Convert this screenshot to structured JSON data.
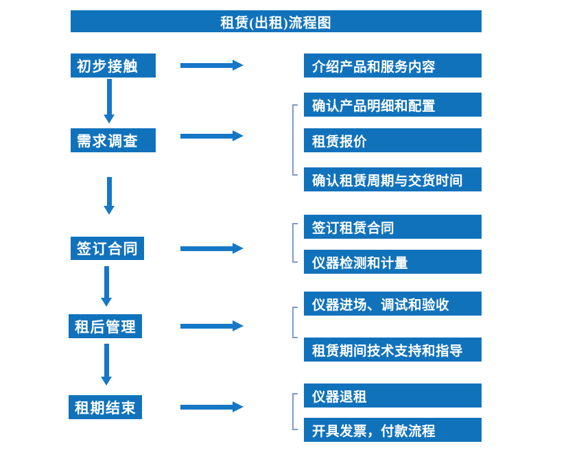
{
  "title": "租赁(出租)流程图",
  "colors": {
    "box_blue": "#1172bc",
    "arrow_blue": "#1577c6",
    "bracket_blue": "#7b9bce",
    "text_white": "#ffffff",
    "page_bg": "#ffffff"
  },
  "steps": [
    {
      "label": "初步接触",
      "details": [
        "介绍产品和服务内容"
      ]
    },
    {
      "label": "需求调查",
      "details": [
        "确认产品明细和配置",
        "租赁报价",
        "确认租赁周期与交货时间"
      ]
    },
    {
      "label": "签订合同",
      "details": [
        "签订租赁合同",
        "仪器检测和计量"
      ]
    },
    {
      "label": "租后管理",
      "details": [
        "仪器进场、调试和验收",
        "租赁期间技术支持和指导"
      ]
    },
    {
      "label": "租期结束",
      "details": [
        "仪器退租",
        "开具发票，付款流程"
      ]
    }
  ]
}
